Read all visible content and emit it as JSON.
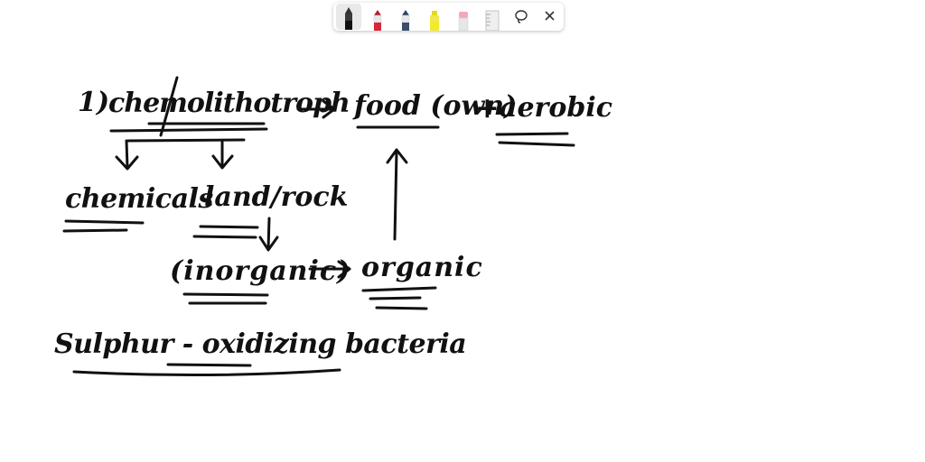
{
  "toolbar": {
    "tools": [
      {
        "name": "black-marker",
        "color": "#1a1a1a",
        "selected": true
      },
      {
        "name": "red-marker",
        "color": "#d9263a"
      },
      {
        "name": "blue-marker",
        "color": "#3a4f6b"
      },
      {
        "name": "highlighter",
        "color": "#f2ea2a"
      },
      {
        "name": "eraser",
        "color": "#f4a7b4"
      },
      {
        "name": "ruler",
        "color": "#cfcfcf"
      },
      {
        "name": "lasso-icon"
      },
      {
        "name": "close-icon"
      }
    ]
  },
  "notes": {
    "point_number": "1)",
    "chemolithotroph": "chemolithotroph",
    "food_own": "food (own)",
    "plus": "+",
    "aerobic": "aerobic",
    "chemicals": "chemicals",
    "land_rock": "land/rock",
    "inorganic": "(inorganic)",
    "organic": "organic",
    "sulphur_line": "Sulphur - oxidizing bacteria"
  },
  "ink_color": "#111111"
}
